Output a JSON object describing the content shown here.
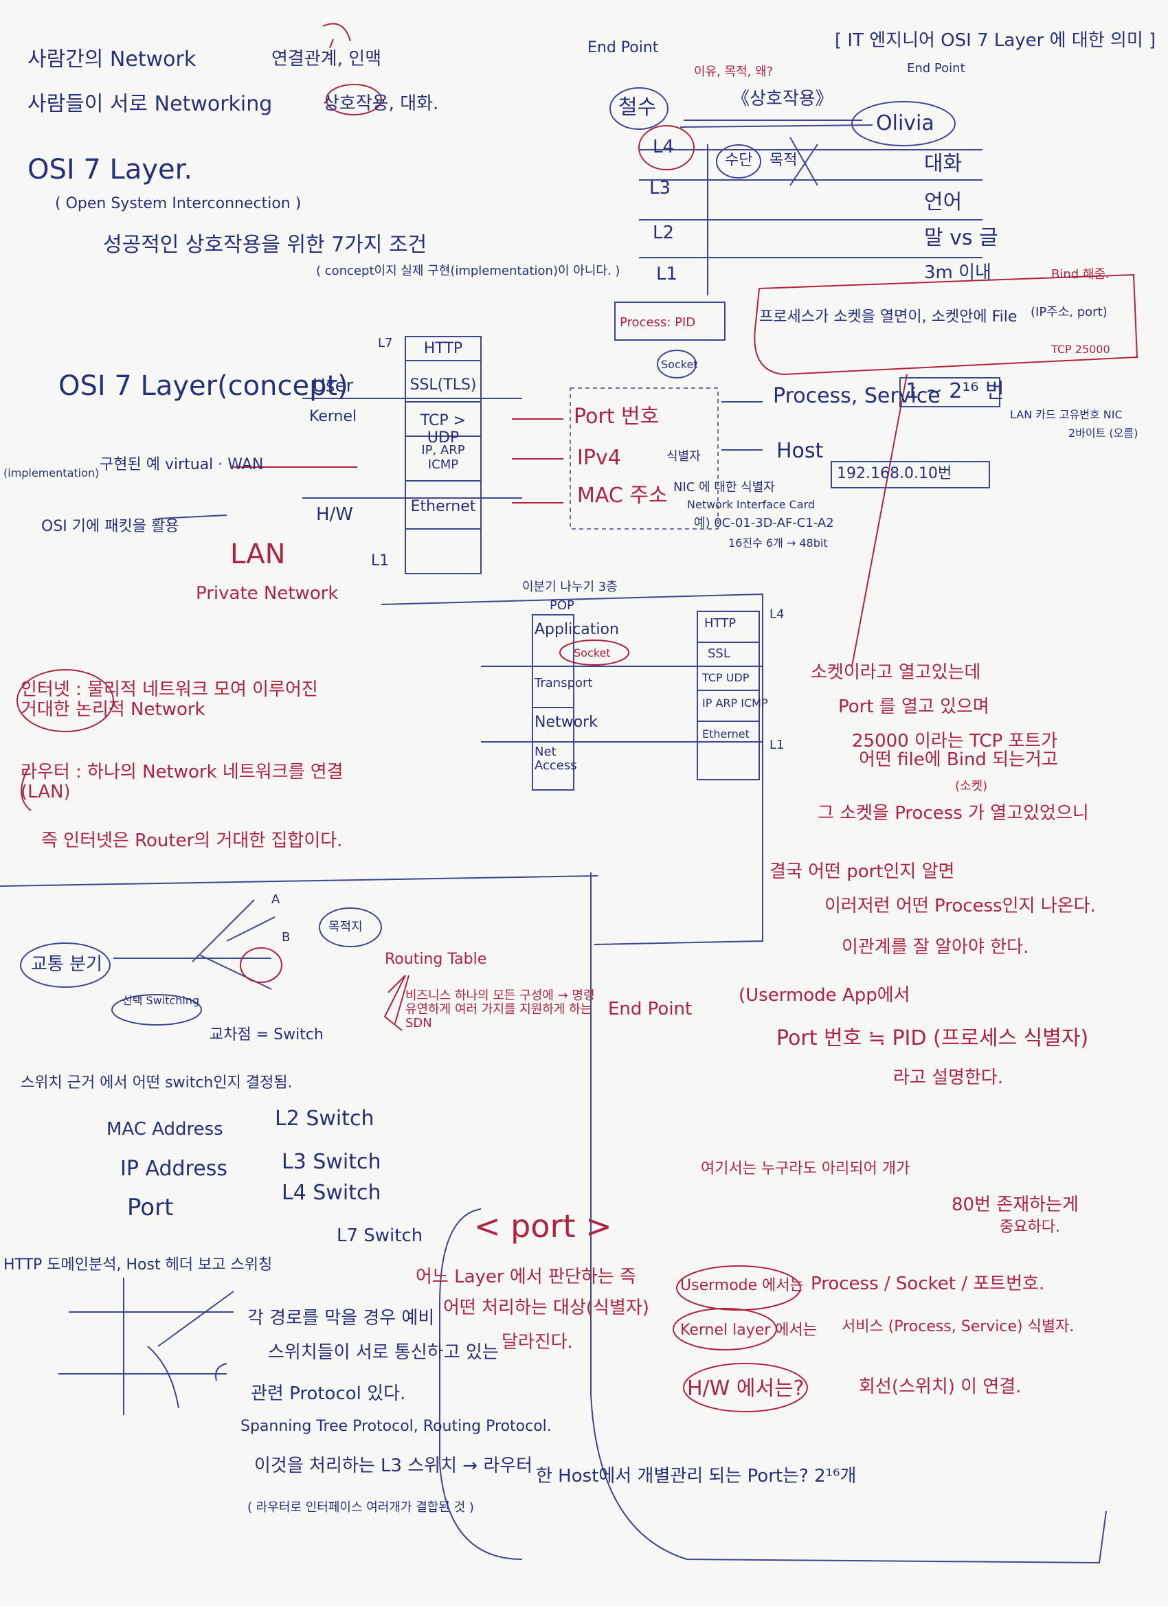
{
  "top_left": {
    "line1_left": "사람간의 Network",
    "line1_right": "연결관계, 인맥",
    "line2_left": "사람들이 서로 Networking",
    "line2_right": "상호작용, 대화.",
    "osi_title": "OSI 7 Layer.",
    "osi_full": "( Open System Interconnection )",
    "osi_desc": "성공적인 상호작용을 위한 7가지 조건",
    "osi_note": "( concept이지 실제 구현(implementation)이 아니다. )"
  },
  "top_right": {
    "header": "[ IT 엔지니어 OSI 7 Layer 에 대한 의미 ]",
    "endpoint_left": "End Point",
    "endpoint_right": "End Point",
    "person_left": "철수",
    "person_right": "Olivia",
    "question": "이유, 목적, 왜?",
    "interaction": "《상호작용》",
    "layers": [
      "L4",
      "L3",
      "L2",
      "L1"
    ],
    "means": "수단",
    "purpose": "목적",
    "right_col": [
      "대화",
      "언어",
      "말 vs 글",
      "3m 이내"
    ],
    "process_box": "Process: PID",
    "socket": "Socket",
    "file_note": "프로세스가 소켓을 열면이, 소켓안에 File",
    "bind": "Bind 해줌.",
    "ip_port": "(IP주소, port)",
    "tcp": "TCP 25000"
  },
  "middle_left": {
    "osi_concept": "OSI 7 Layer(concept)",
    "impl_note": "(implementation)",
    "virtual": "구현된 예 virtual · WAN",
    "osi_based": "OSI 기에 패킷을 활용",
    "lan": "LAN",
    "private_net": "Private Network"
  },
  "stack": {
    "l7": "L7",
    "l1": "L1",
    "user": "User",
    "kernel": "Kernel",
    "hw": "H/W",
    "cells": [
      "HTTP",
      "SSL(TLS)",
      "TCP > UDP",
      "IP, ARP ICMP",
      "Ethernet"
    ]
  },
  "ids": {
    "port": "Port 번호",
    "ipv4": "IPv4",
    "mac": "MAC 주소",
    "identifier": "식별자",
    "process_service": "Process, Service",
    "port_range": "1 ~ 2¹⁶ 번",
    "host": "Host",
    "ip_sample": "192.168.0.10번",
    "nic": "NIC 에 대한 식별자",
    "nic_full": "Network Interface Card",
    "mac_example": "예) 0C-01-3D-AF-C1-A2",
    "mac_bits": "16진수 6개 → 48bit",
    "lan_note": "LAN 카드 고유번호 NIC",
    "two_bytes": "2바이트 (오름)"
  },
  "center_diagram": {
    "title": "이분기 나누기 3층",
    "pop": "POP",
    "left_layers": [
      "Application",
      "Transport",
      "Network",
      "Net Access"
    ],
    "socket": "Socket",
    "right_layers": [
      "HTTP",
      "SSL",
      "TCP UDP",
      "IP ARP ICMP",
      "Ethernet"
    ],
    "l4": "L4",
    "l1": "L1"
  },
  "right_notes": {
    "n1": "소켓이라고 열고있는데",
    "n2": "Port 를 열고 있으며",
    "n3": "25000 이라는 TCP 포트가",
    "n4": "어떤 file에 Bind 되는거고",
    "n5": "(소켓)",
    "n6": "그 소켓을 Process 가 열고있었으니",
    "n7": "결국 어떤 port인지 알면",
    "n8": "이러저런 어떤 Process인지 나온다.",
    "n9": "이관계를 잘 알아야 한다.",
    "n10": "(Usermode App에서",
    "n11": "Port 번호 ≒ PID (프로세스 식별자)",
    "n12": "라고 설명한다."
  },
  "middle_notes": {
    "internet": "인터넷 : 물리적 네트워크 모여 이루어진 거대한 논리적 Network",
    "router": "라우터 : 하나의 Network 네트워크를 연결 (LAN)",
    "router_conclusion": "즉 인터넷은 Router의 거대한 집합이다."
  },
  "routing": {
    "choice": "교통 분기",
    "switching": "선택 Switching",
    "purpose": "목적지",
    "routing_table": "Routing Table",
    "a": "A",
    "b": "B",
    "sdn": "비즈니스 하나의 모든 구성에 → 명령 유연하게 여러 가지를 지원하게 하는 SDN",
    "endpoint": "End Point",
    "intersection": "교차점 = Switch"
  },
  "switches": {
    "intro": "스위치 근거 에서 어떤 switch인지 결정됨.",
    "rows": [
      {
        "basis": "MAC Address",
        "switch": "L2 Switch"
      },
      {
        "basis": "IP Address",
        "switch": "L3 Switch"
      },
      {
        "basis": "Port",
        "switch": "L4 Switch"
      }
    ],
    "l7": "L7 Switch",
    "http": "HTTP 도메인분석, Host 헤더 보고 스위칭"
  },
  "bottom_left": {
    "note1": "각 경로를 막을 경우 예비",
    "note2": "스위치들이 서로 통신하고 있는",
    "note3": "관련 Protocol 있다.",
    "note4": "Spanning Tree Protocol, Routing Protocol.",
    "note5": "이것을 처리하는 L3 스위치 → 라우터",
    "note6": "( 라우터로 인터페이스 여러개가 결합된 것 )"
  },
  "bottom_right": {
    "top_note": "여기서는 누구라도 아리되어 개가",
    "top_note2": "80번 존재하는게",
    "top_note3": "중요하다.",
    "port_title": "< port >",
    "layer_note1": "어느 Layer 에서 판단하는 즉",
    "layer_note2": "어떤 처리하는 대상(식별자)",
    "layer_note3": "달라진다.",
    "usermode": "Usermode 에서는",
    "usermode_val": "Process / Socket / 포트번호.",
    "kernel": "Kernel layer 에서는",
    "kernel_val": "서비스 (Process, Service) 식별자.",
    "hw": "H/W 에서는?",
    "hw_val": "회선(스위치) 이 연결.",
    "question": "한 Host에서 개별관리 되는 Port는? 2¹⁶개"
  }
}
